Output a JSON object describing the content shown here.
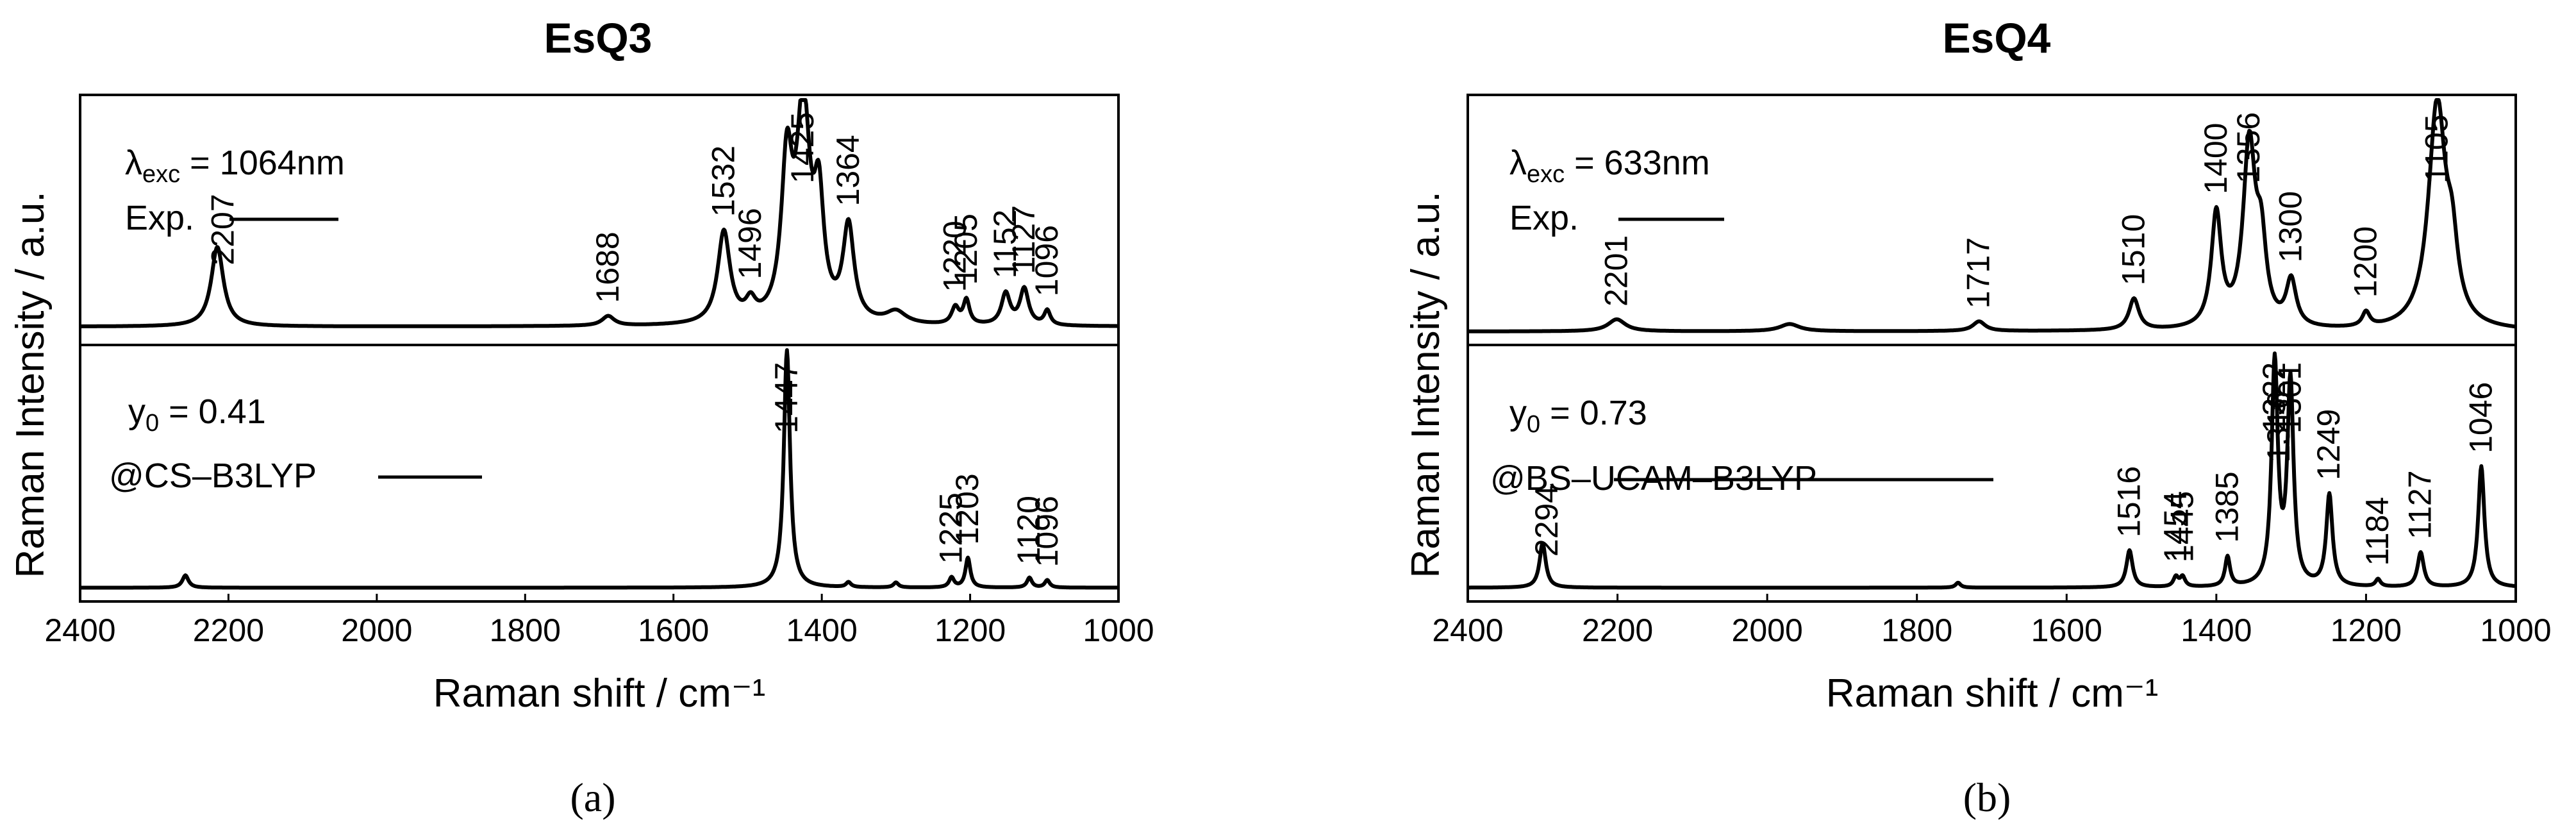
{
  "chart_data": [
    {
      "type": "line",
      "title": "EsQ3",
      "caption": "(a)",
      "xlabel": "Raman shift / cm⁻¹",
      "ylabel": "Raman Intensity / a.u.",
      "xlim": [
        2400,
        1000
      ],
      "x_inverted": true,
      "xticks": [
        "2400",
        "2200",
        "2000",
        "1800",
        "1600",
        "1400",
        "1200",
        "1000"
      ],
      "y_ticks": "none",
      "panels": [
        {
          "name": "exp",
          "info_line1": "λ",
          "info_sub": "exc",
          "info_rest": " = 1064nm",
          "legend_label": "Exp.",
          "baseline": 0.06,
          "peaks": [
            {
              "x": 2215,
              "h": 0.33,
              "w": 10
            },
            {
              "x": 2207,
              "h": 0.0,
              "w": 0
            },
            {
              "x": 1688,
              "h": 0.04,
              "w": 10
            },
            {
              "x": 1532,
              "h": 0.38,
              "w": 10
            },
            {
              "x": 1496,
              "h": 0.07,
              "w": 8
            },
            {
              "x": 1447,
              "h": 0.62,
              "w": 9
            },
            {
              "x": 1425,
              "h": 0.86,
              "w": 11
            },
            {
              "x": 1404,
              "h": 0.45,
              "w": 8
            },
            {
              "x": 1364,
              "h": 0.39,
              "w": 9
            },
            {
              "x": 1300,
              "h": 0.05,
              "w": 16
            },
            {
              "x": 1220,
              "h": 0.07,
              "w": 6
            },
            {
              "x": 1205,
              "h": 0.1,
              "w": 5
            },
            {
              "x": 1152,
              "h": 0.13,
              "w": 7
            },
            {
              "x": 1127,
              "h": 0.15,
              "w": 7
            },
            {
              "x": 1096,
              "h": 0.06,
              "w": 5
            }
          ],
          "labels": [
            {
              "text": "2207",
              "x": 2207
            },
            {
              "text": "1688",
              "x": 1688
            },
            {
              "text": "1532",
              "x": 1532
            },
            {
              "text": "1496",
              "x": 1496
            },
            {
              "text": "1425",
              "x": 1425
            },
            {
              "text": "1364",
              "x": 1364
            },
            {
              "text": "1220",
              "x": 1220
            },
            {
              "text": "1205",
              "x": 1205
            },
            {
              "text": "1152",
              "x": 1152
            },
            {
              "text": "1127",
              "x": 1127
            },
            {
              "text": "1096",
              "x": 1096
            }
          ]
        },
        {
          "name": "calc",
          "info_line1": "y",
          "info_sub": "0",
          "info_rest": " = 0.41",
          "legend_label": "@CS–B3LYP",
          "baseline": 0.04,
          "peaks": [
            {
              "x": 2258,
              "h": 0.05,
              "w": 5
            },
            {
              "x": 1447,
              "h": 0.96,
              "w": 5
            },
            {
              "x": 1364,
              "h": 0.02,
              "w": 4
            },
            {
              "x": 1300,
              "h": 0.02,
              "w": 4
            },
            {
              "x": 1225,
              "h": 0.04,
              "w": 4
            },
            {
              "x": 1203,
              "h": 0.12,
              "w": 4
            },
            {
              "x": 1120,
              "h": 0.04,
              "w": 4
            },
            {
              "x": 1096,
              "h": 0.03,
              "w": 4
            }
          ],
          "labels": [
            {
              "text": "1447",
              "x": 1447
            },
            {
              "text": "1225",
              "x": 1225
            },
            {
              "text": "1203",
              "x": 1203
            },
            {
              "text": "1120",
              "x": 1120
            },
            {
              "text": "1096",
              "x": 1096
            }
          ]
        }
      ]
    },
    {
      "type": "line",
      "title": "EsQ4",
      "caption": "(b)",
      "xlabel": "Raman shift / cm⁻¹",
      "ylabel": "Raman Intensity / a.u.",
      "xlim": [
        2400,
        1000
      ],
      "x_inverted": true,
      "xticks": [
        "2400",
        "2200",
        "2000",
        "1800",
        "1600",
        "1400",
        "1200",
        "1000"
      ],
      "y_ticks": "none",
      "panels": [
        {
          "name": "exp",
          "info_line1": "λ",
          "info_sub": "exc",
          "info_rest": " = 633nm",
          "legend_label": "Exp.",
          "baseline": 0.04,
          "peaks": [
            {
              "x": 2201,
              "h": 0.05,
              "w": 14
            },
            {
              "x": 1970,
              "h": 0.03,
              "w": 16
            },
            {
              "x": 1717,
              "h": 0.04,
              "w": 10
            },
            {
              "x": 1510,
              "h": 0.13,
              "w": 8
            },
            {
              "x": 1400,
              "h": 0.47,
              "w": 8
            },
            {
              "x": 1356,
              "h": 0.75,
              "w": 10
            },
            {
              "x": 1340,
              "h": 0.3,
              "w": 8
            },
            {
              "x": 1300,
              "h": 0.19,
              "w": 8
            },
            {
              "x": 1200,
              "h": 0.06,
              "w": 6
            },
            {
              "x": 1105,
              "h": 0.93,
              "w": 14
            },
            {
              "x": 1085,
              "h": 0.25,
              "w": 9
            }
          ],
          "labels": [
            {
              "text": "2201",
              "x": 2201
            },
            {
              "text": "1717",
              "x": 1717
            },
            {
              "text": "1510",
              "x": 1510
            },
            {
              "text": "1400",
              "x": 1400
            },
            {
              "text": "1356",
              "x": 1356
            },
            {
              "text": "1300",
              "x": 1300
            },
            {
              "text": "1200",
              "x": 1200
            },
            {
              "text": "1105",
              "x": 1105
            }
          ]
        },
        {
          "name": "calc",
          "info_line1": "y",
          "info_sub": "0",
          "info_rest": " = 0.73",
          "legend_label": "@BS–UCAM–B3LYP",
          "baseline": 0.04,
          "peaks": [
            {
              "x": 2300,
              "h": 0.18,
              "w": 5
            },
            {
              "x": 1745,
              "h": 0.02,
              "w": 4
            },
            {
              "x": 1516,
              "h": 0.15,
              "w": 5
            },
            {
              "x": 1454,
              "h": 0.04,
              "w": 4
            },
            {
              "x": 1445,
              "h": 0.04,
              "w": 4
            },
            {
              "x": 1385,
              "h": 0.12,
              "w": 4
            },
            {
              "x": 1322,
              "h": 0.9,
              "w": 5
            },
            {
              "x": 1301,
              "h": 0.82,
              "w": 5
            },
            {
              "x": 1249,
              "h": 0.37,
              "w": 5
            },
            {
              "x": 1184,
              "h": 0.03,
              "w": 4
            },
            {
              "x": 1127,
              "h": 0.14,
              "w": 5
            },
            {
              "x": 1046,
              "h": 0.49,
              "w": 5
            }
          ],
          "labels": [
            {
              "text": "2294",
              "x": 2294
            },
            {
              "text": "1516",
              "x": 1516
            },
            {
              "text": "1454",
              "x": 1454
            },
            {
              "text": "1445",
              "x": 1445
            },
            {
              "text": "1385",
              "x": 1385
            },
            {
              "text": "1322",
              "x": 1322
            },
            {
              "text": "1316",
              "x": 1316
            },
            {
              "text": "1301",
              "x": 1301
            },
            {
              "text": "1249",
              "x": 1249
            },
            {
              "text": "1184",
              "x": 1184
            },
            {
              "text": "1127",
              "x": 1127
            },
            {
              "text": "1046",
              "x": 1046
            }
          ]
        }
      ]
    }
  ]
}
